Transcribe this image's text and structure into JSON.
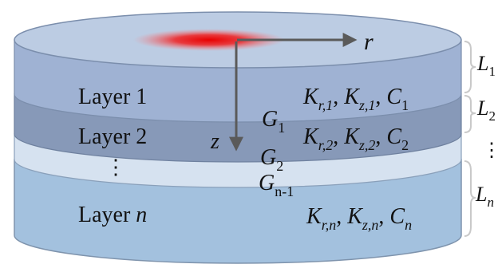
{
  "axes": {
    "r_label": "r",
    "z_label": "z"
  },
  "layers": [
    {
      "name": "Layer 1",
      "k_r": "K",
      "k_r_sub": "r,1",
      "k_z": "K",
      "k_z_sub": "z,1",
      "c": "C",
      "c_sub": "1"
    },
    {
      "name": "Layer 2",
      "k_r": "K",
      "k_r_sub": "r,2",
      "k_z": "K",
      "k_z_sub": "z,2",
      "c": "C",
      "c_sub": "2"
    },
    {
      "name_prefix": "Layer ",
      "name_var": "n",
      "k_r": "K",
      "k_r_sub": "r,n",
      "k_z": "K",
      "k_z_sub": "z,n",
      "c": "C",
      "c_sub": "n"
    }
  ],
  "interfaces": [
    {
      "symbol": "G",
      "sub": "1"
    },
    {
      "symbol": "G",
      "sub": "2"
    },
    {
      "symbol": "G",
      "sub": "n-1"
    }
  ],
  "thickness": [
    {
      "symbol": "L",
      "sub": "1"
    },
    {
      "symbol": "L",
      "sub": "2"
    },
    {
      "symbol": "L",
      "sub": "n"
    }
  ],
  "ellipsis_vertical": "⋮",
  "colors": {
    "layer1": "#9fb2d3",
    "layer2": "#8799b8",
    "gap": "#cfdcec",
    "layerN": "#a3c1de",
    "top_face": "#bccce3",
    "heat": "#e60000",
    "arrow": "#5a5a5a",
    "brace": "#c9c9c9"
  }
}
